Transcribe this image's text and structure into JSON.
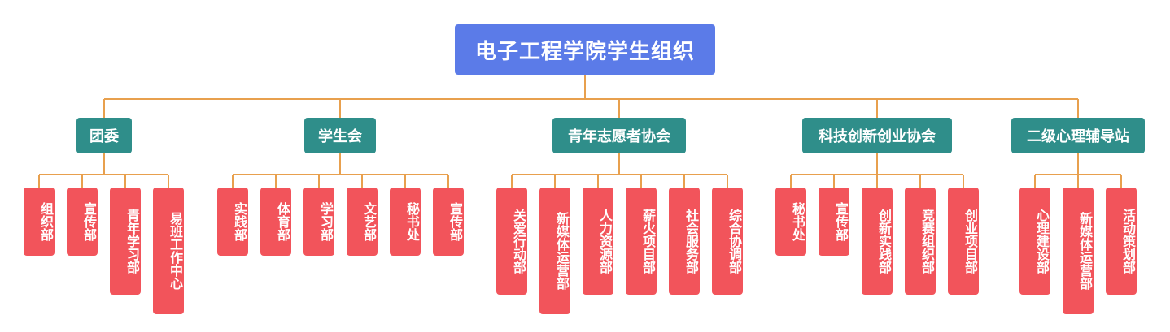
{
  "root": {
    "label": "电子工程学院学生组织"
  },
  "departments": [
    {
      "label": "团委",
      "children": [
        "组织部",
        "宣传部",
        "青年学习部",
        "易班工作中心"
      ]
    },
    {
      "label": "学生会",
      "children": [
        "实践部",
        "体育部",
        "学习部",
        "文艺部",
        "秘书处",
        "宣传部"
      ]
    },
    {
      "label": "青年志愿者协会",
      "children": [
        "关爱行动部",
        "新媒体运营部",
        "人力资源部",
        "薪火项目部",
        "社会服务部",
        "综合协调部"
      ]
    },
    {
      "label": "科技创新创业协会",
      "children": [
        "秘书处",
        "宣传部",
        "创新实践部",
        "竞赛组织部",
        "创业项目部"
      ]
    },
    {
      "label": "二级心理辅导站",
      "children": [
        "心理建设部",
        "新媒体运营部",
        "活动策划部"
      ]
    }
  ],
  "colors": {
    "root": "#5b7be8",
    "department": "#2f8e8a",
    "unit": "#f2545b",
    "connector": "#e8a04e"
  }
}
